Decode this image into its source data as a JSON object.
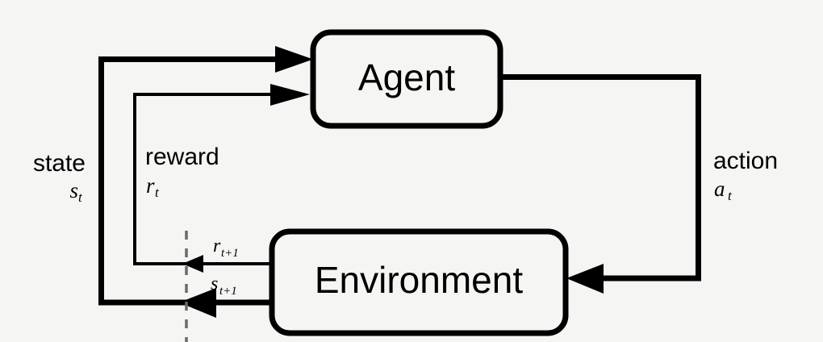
{
  "diagram": {
    "title": "agent-environment-interaction-loop",
    "background_color": "#f5f5f4",
    "stroke_color": "#000000",
    "nodes": [
      {
        "id": "agent",
        "label": "Agent"
      },
      {
        "id": "environment",
        "label": "Environment"
      }
    ],
    "signals": {
      "state": {
        "word": "state",
        "symbol": "s",
        "subscript": "t"
      },
      "reward": {
        "word": "reward",
        "symbol": "r",
        "subscript": "t"
      },
      "action": {
        "word": "action",
        "symbol": "a",
        "subscript": "t"
      },
      "next_reward": {
        "symbol": "r",
        "subscript": "t+1"
      },
      "next_state": {
        "symbol": "s",
        "subscript": "t+1"
      }
    },
    "edges": [
      {
        "id": "state-edge",
        "from": "environment",
        "to": "agent",
        "label": "state"
      },
      {
        "id": "reward-edge",
        "from": "environment",
        "to": "agent",
        "label": "reward"
      },
      {
        "id": "action-edge",
        "from": "agent",
        "to": "environment",
        "label": "action"
      }
    ],
    "time_divider": {
      "id": "time-step-divider",
      "style": "dashed"
    }
  }
}
